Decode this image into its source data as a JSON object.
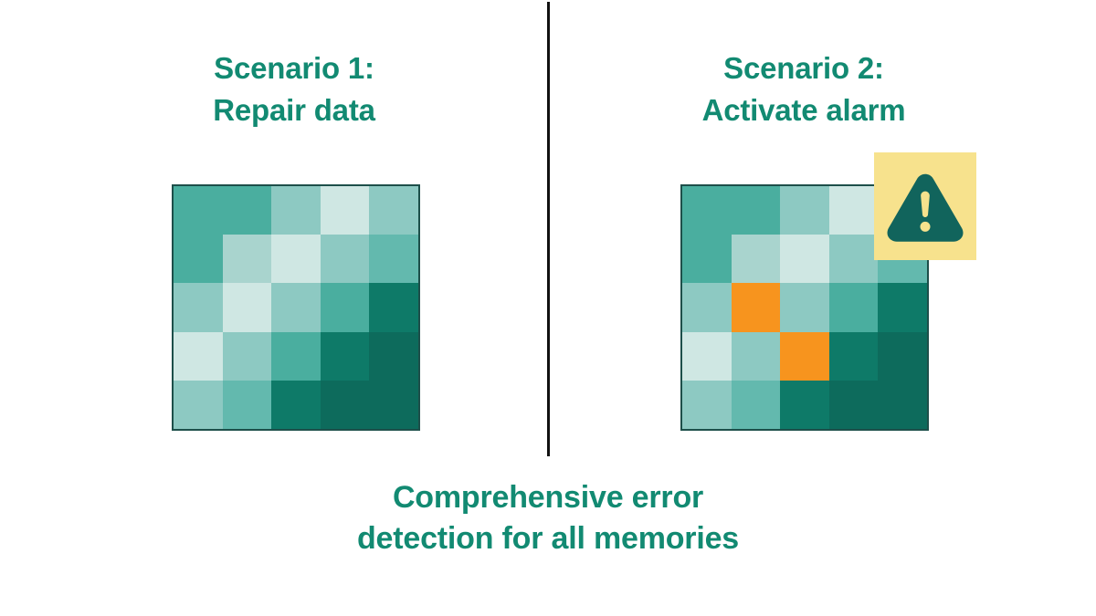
{
  "colors": {
    "background": "#ffffff",
    "accent_teal": "#128A72",
    "divider": "#111111",
    "grid_border": "#1d4f4a",
    "warning_bg": "#F7E28D",
    "warning_triangle": "#11645C",
    "error_orange": "#F7941E",
    "palette": {
      "l1": "#CFE7E3",
      "l2": "#A9D4CE",
      "l3": "#8DC9C2",
      "l4": "#63B9AE",
      "l5": "#4AAE9F",
      "l6": "#2D9E8C",
      "l7": "#118C78",
      "l8": "#0E7A68",
      "l9": "#0D6B5C"
    }
  },
  "divider": {
    "label": "vertical-divider"
  },
  "panels": [
    {
      "id": "scenario-1",
      "heading": "Scenario 1:\nRepair data",
      "heading_line1": "Scenario 1:",
      "heading_line2": "Repair data",
      "grid": {
        "rows": 5,
        "cols": 5,
        "cells": [
          [
            "#4AAE9F",
            "#4AAE9F",
            "#8DC9C2",
            "#CFE7E3",
            "#8DC9C2"
          ],
          [
            "#4AAE9F",
            "#A9D4CE",
            "#CFE7E3",
            "#8DC9C2",
            "#63B9AE"
          ],
          [
            "#8DC9C2",
            "#CFE7E3",
            "#8DC9C2",
            "#4AAE9F",
            "#0E7A68"
          ],
          [
            "#CFE7E3",
            "#8DC9C2",
            "#4AAE9F",
            "#0E7A68",
            "#0D6B5C"
          ],
          [
            "#8DC9C2",
            "#63B9AE",
            "#0E7A68",
            "#0D6B5C",
            "#0D6B5C"
          ]
        ]
      },
      "has_warning_badge": false
    },
    {
      "id": "scenario-2",
      "heading": "Scenario 2:\nActivate alarm",
      "heading_line1": "Scenario 2:",
      "heading_line2": "Activate alarm",
      "grid": {
        "rows": 5,
        "cols": 5,
        "cells": [
          [
            "#4AAE9F",
            "#4AAE9F",
            "#8DC9C2",
            "#CFE7E3",
            "#8DC9C2"
          ],
          [
            "#4AAE9F",
            "#A9D4CE",
            "#CFE7E3",
            "#8DC9C2",
            "#63B9AE"
          ],
          [
            "#8DC9C2",
            "#F7941E",
            "#8DC9C2",
            "#4AAE9F",
            "#0E7A68"
          ],
          [
            "#CFE7E3",
            "#8DC9C2",
            "#F7941E",
            "#0E7A68",
            "#0D6B5C"
          ],
          [
            "#8DC9C2",
            "#63B9AE",
            "#0E7A68",
            "#0D6B5C",
            "#0D6B5C"
          ]
        ],
        "error_cells": [
          {
            "row": 3,
            "col": 2
          },
          {
            "row": 4,
            "col": 3
          }
        ]
      },
      "has_warning_badge": true,
      "warning_badge": {
        "icon": "warning-triangle-icon",
        "glyph": "!"
      }
    }
  ],
  "caption": {
    "text": "Comprehensive error\ndetection for all memories",
    "line1": "Comprehensive error",
    "line2": "detection for all memories"
  }
}
